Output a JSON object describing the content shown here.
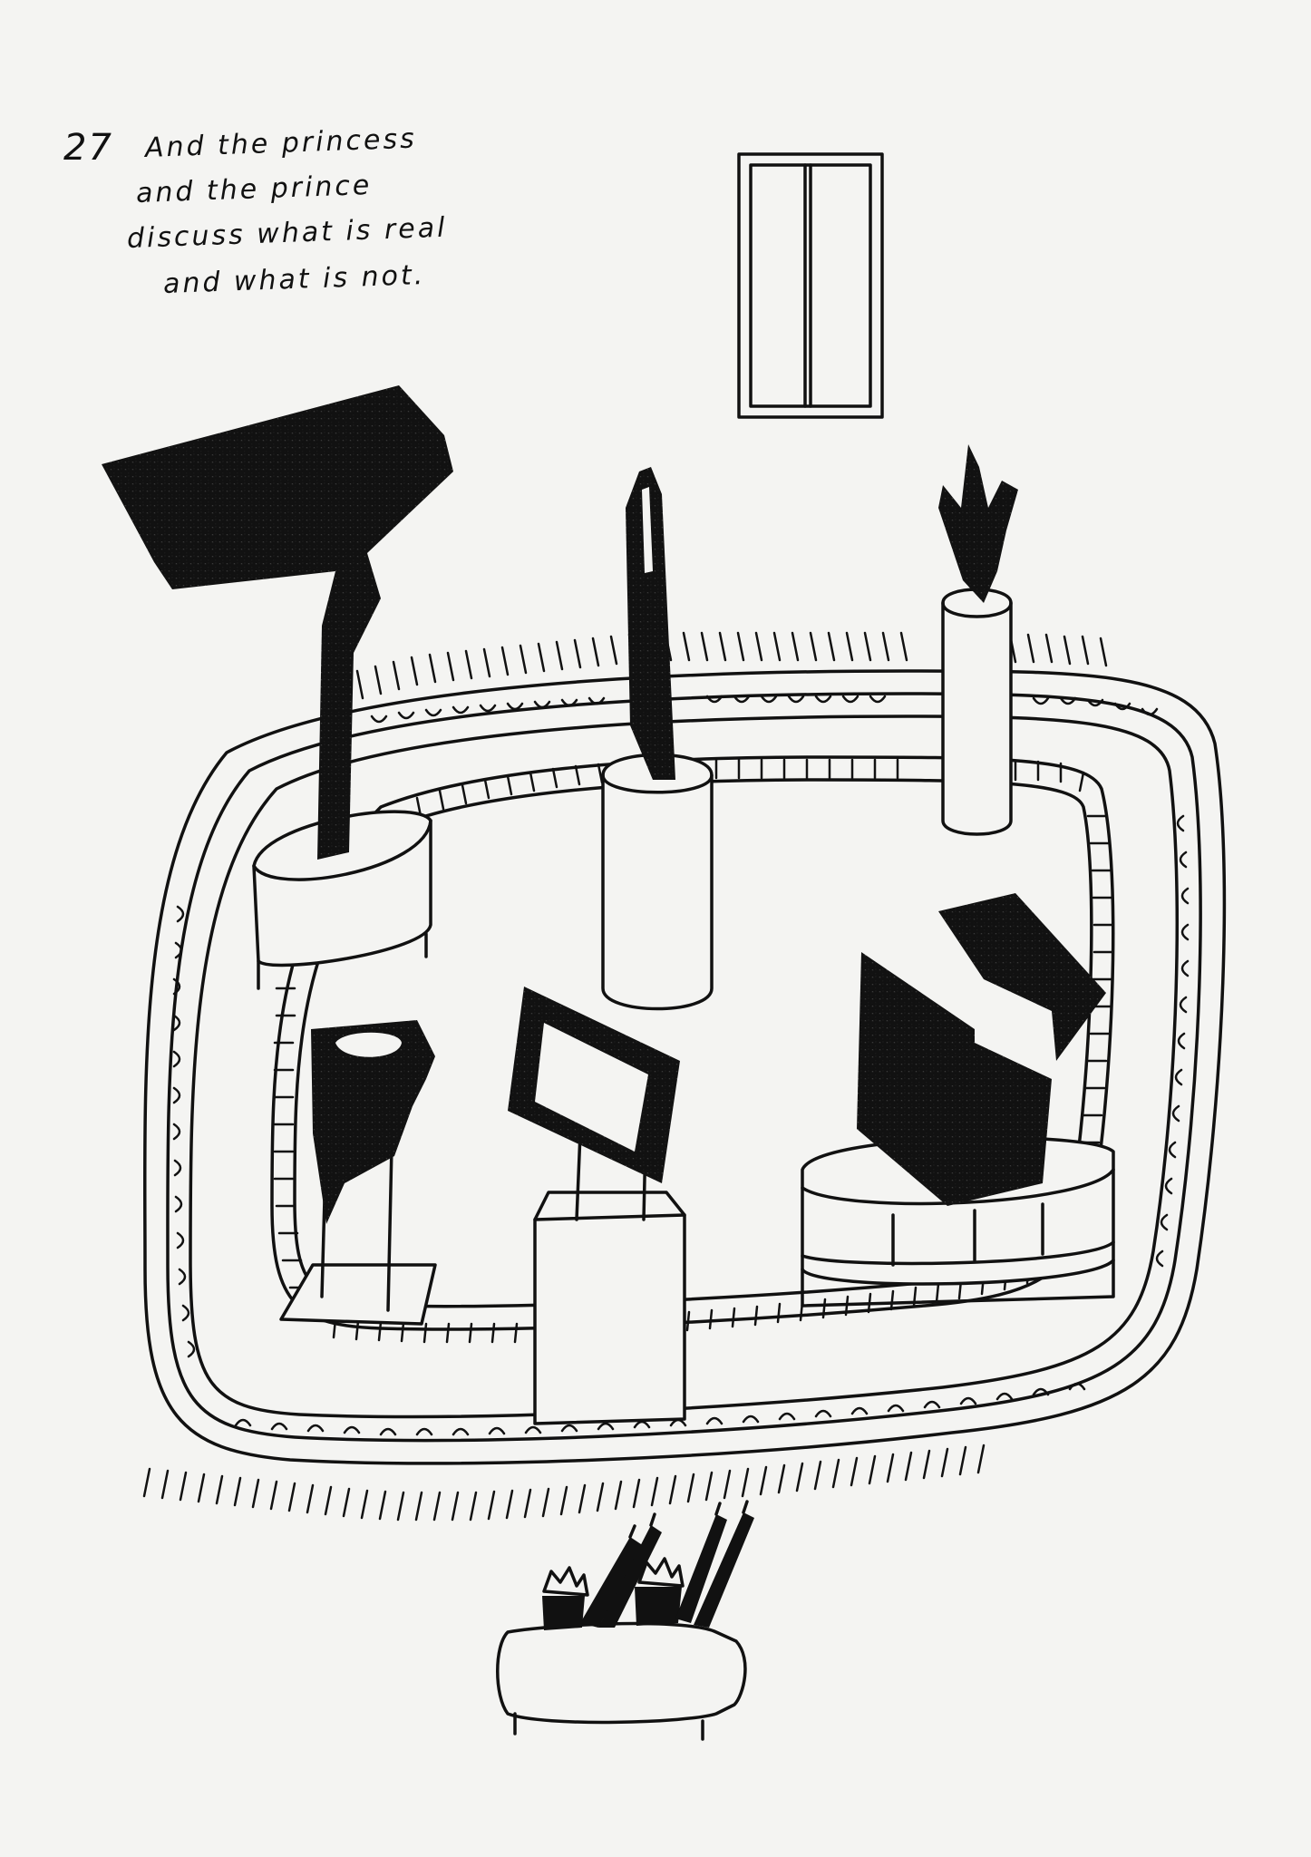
{
  "caption": {
    "number": "27",
    "lines": [
      "And the princess",
      "and the prince",
      "discuss what is real",
      "and what is not."
    ]
  },
  "palette": {
    "ink": "#111111",
    "paper": "#f4f4f2",
    "wash": "#3a3a3a"
  }
}
